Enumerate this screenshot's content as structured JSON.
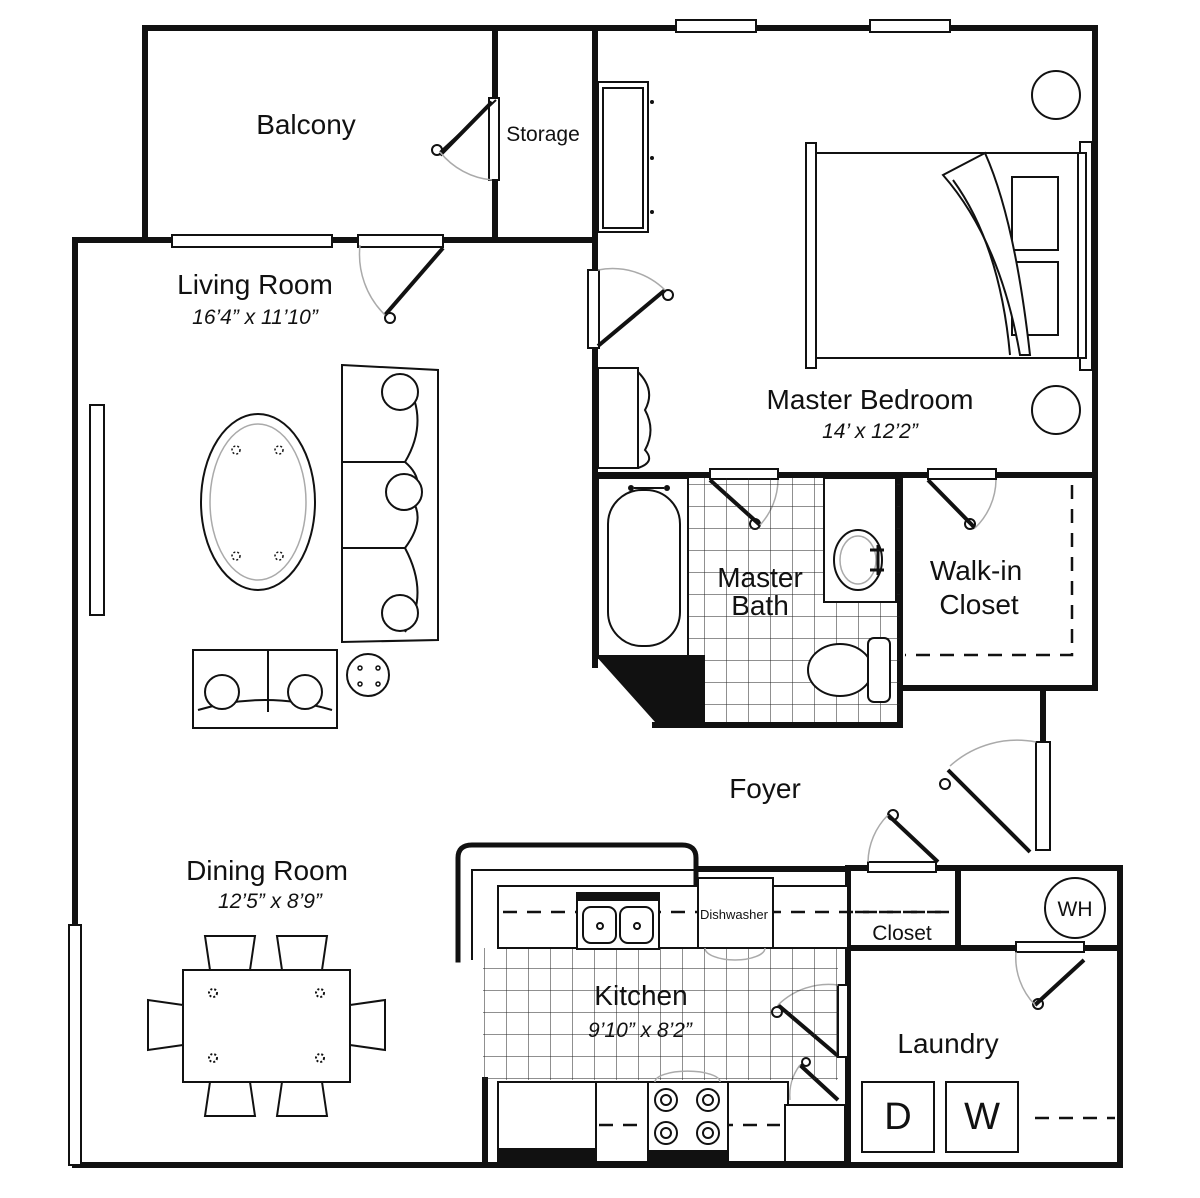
{
  "rooms": {
    "balcony": {
      "name": "Balcony"
    },
    "storage": {
      "name": "Storage"
    },
    "living_room": {
      "name": "Living Room",
      "size": "16’4” x 11’10”"
    },
    "master_bedroom": {
      "name": "Master Bedroom",
      "size": "14’ x 12’2”"
    },
    "master_bath": {
      "name_line1": "Master",
      "name_line2": "Bath"
    },
    "walk_in_closet": {
      "name_line1": "Walk-in",
      "name_line2": "Closet"
    },
    "foyer": {
      "name": "Foyer"
    },
    "dining_room": {
      "name": "Dining Room",
      "size": "12’5” x 8’9”"
    },
    "kitchen": {
      "name": "Kitchen",
      "size": "9’10” x 8’2”"
    },
    "closet": {
      "name": "Closet"
    },
    "laundry": {
      "name": "Laundry"
    }
  },
  "appliances": {
    "dishwasher": "Dishwasher",
    "water_heater": "WH",
    "dryer": "D",
    "washer": "W"
  }
}
